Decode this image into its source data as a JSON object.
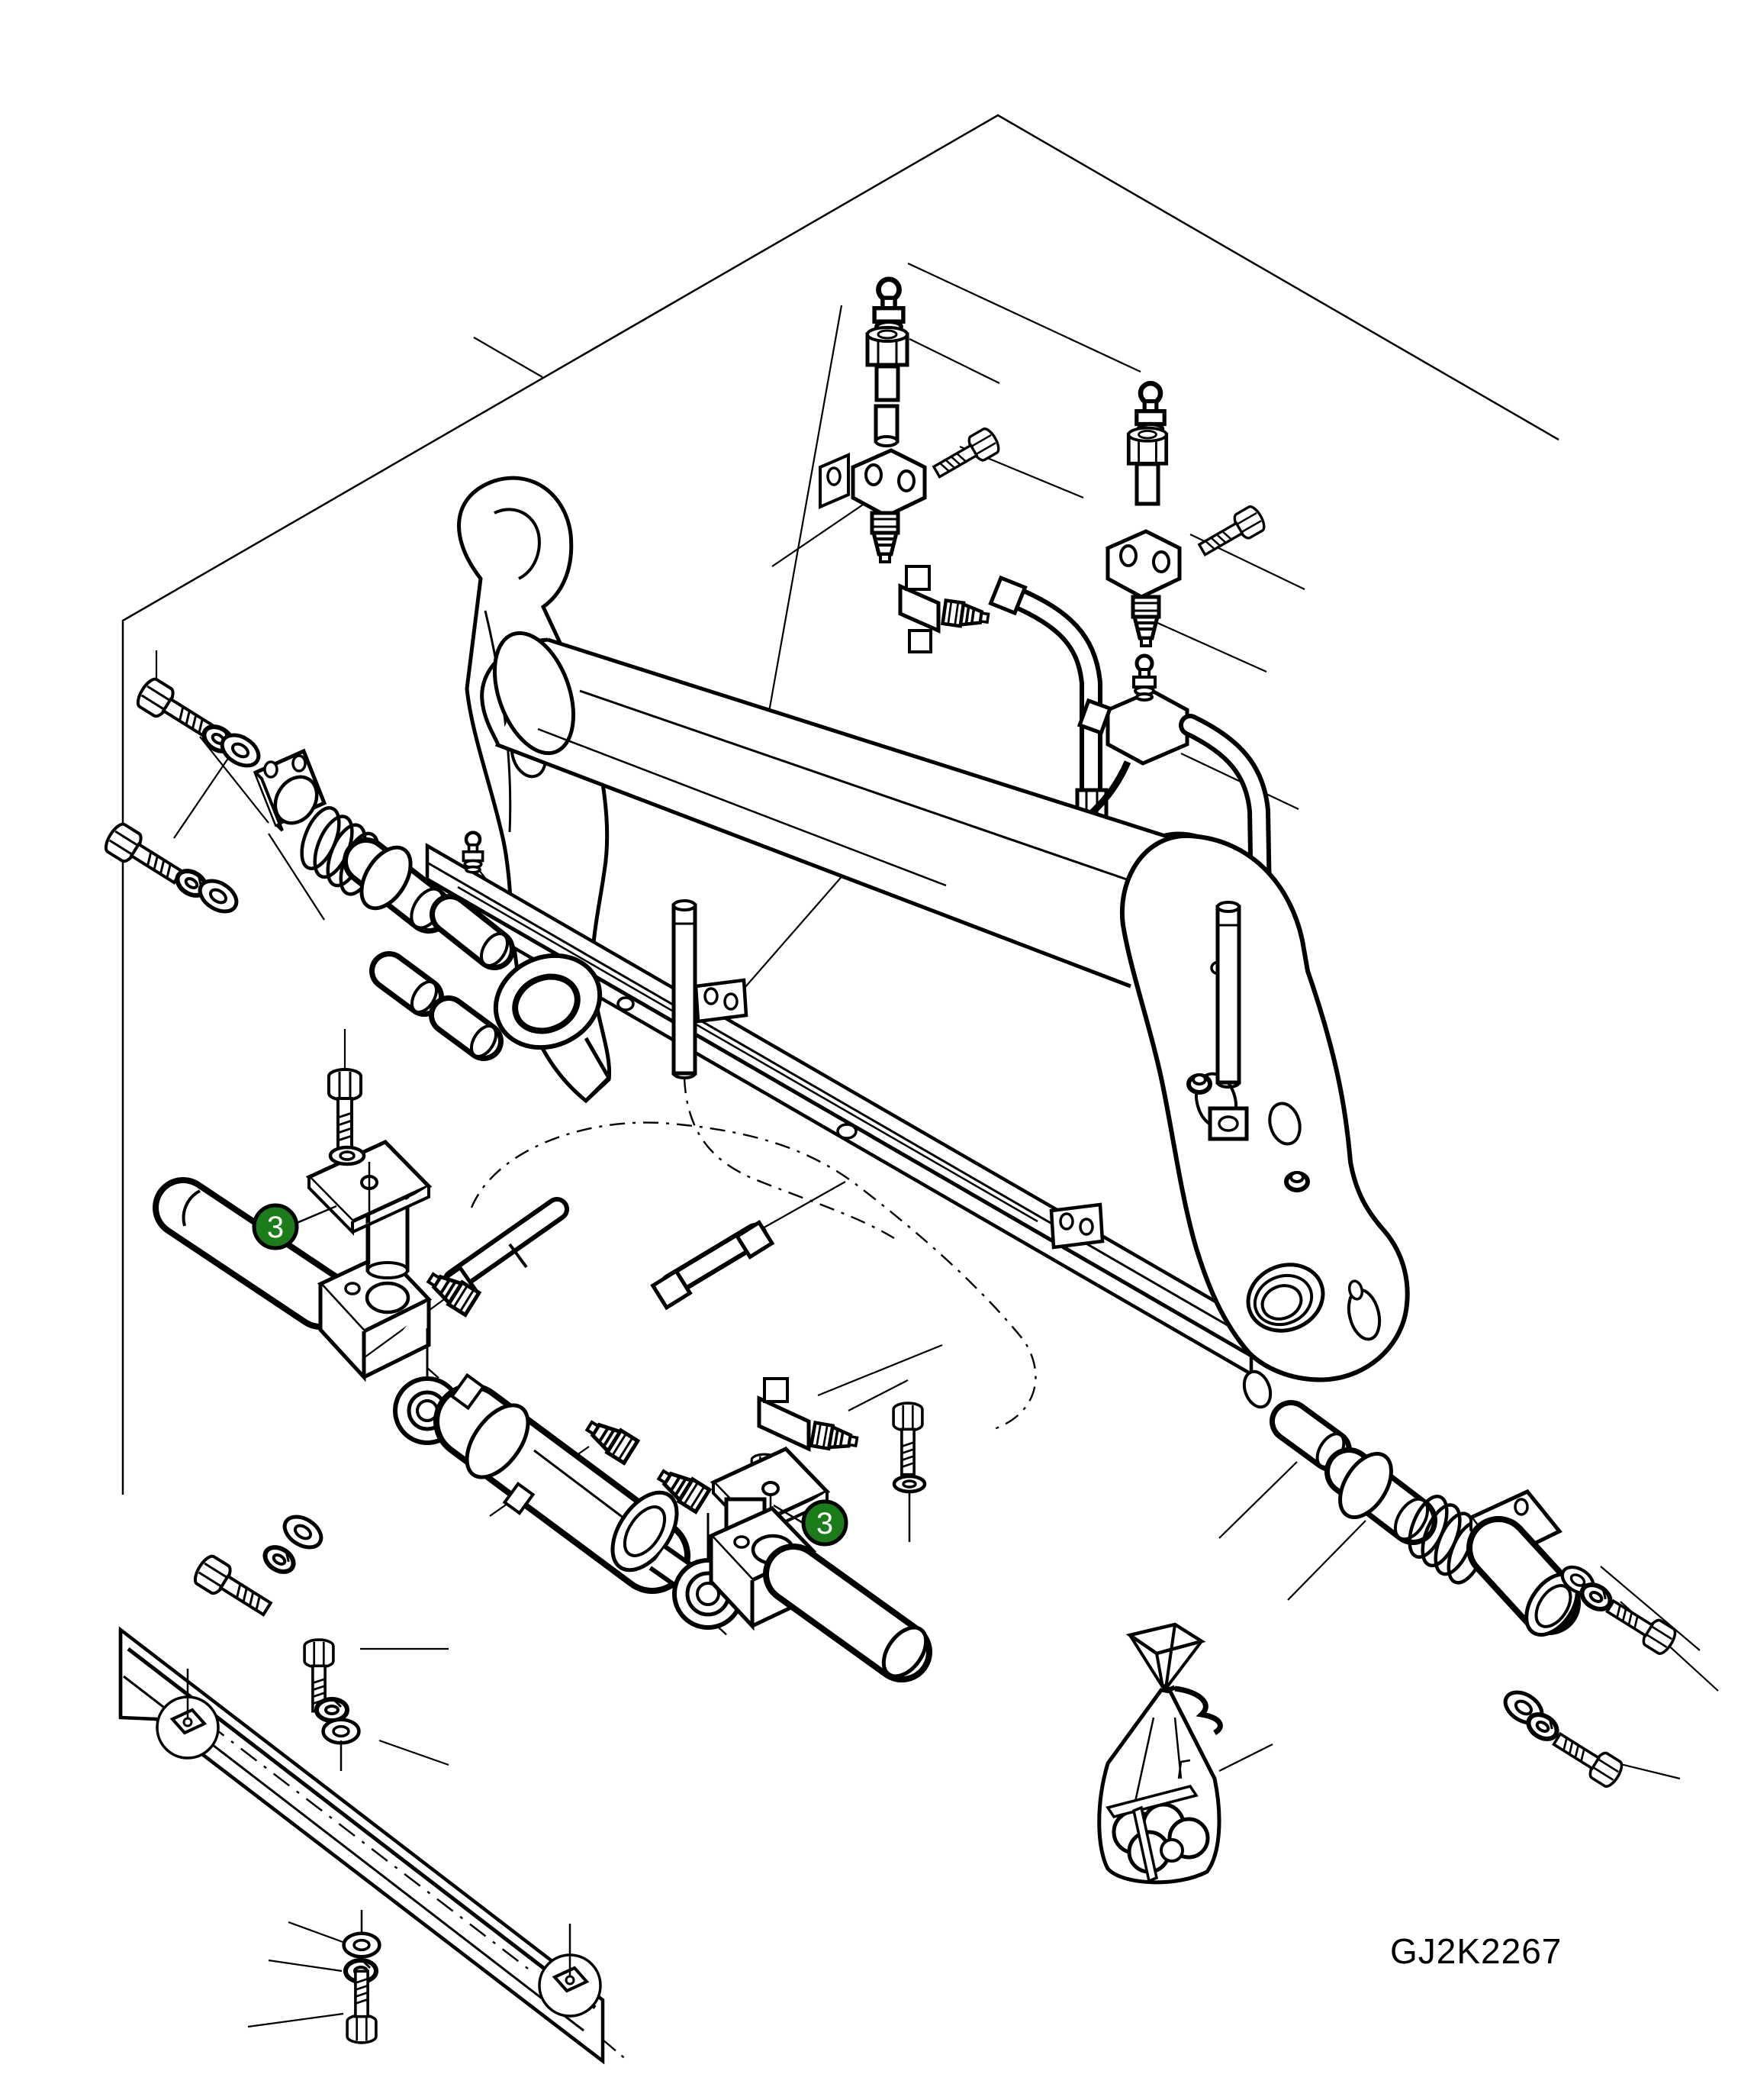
{
  "figure": {
    "code": "GJ2K2267"
  },
  "callouts": [
    {
      "label": "3"
    },
    {
      "label": "3"
    }
  ],
  "colors": {
    "callout_fill": "#1a7d1a",
    "callout_text": "#ffffff",
    "line": "#000000",
    "background": "#ffffff"
  }
}
